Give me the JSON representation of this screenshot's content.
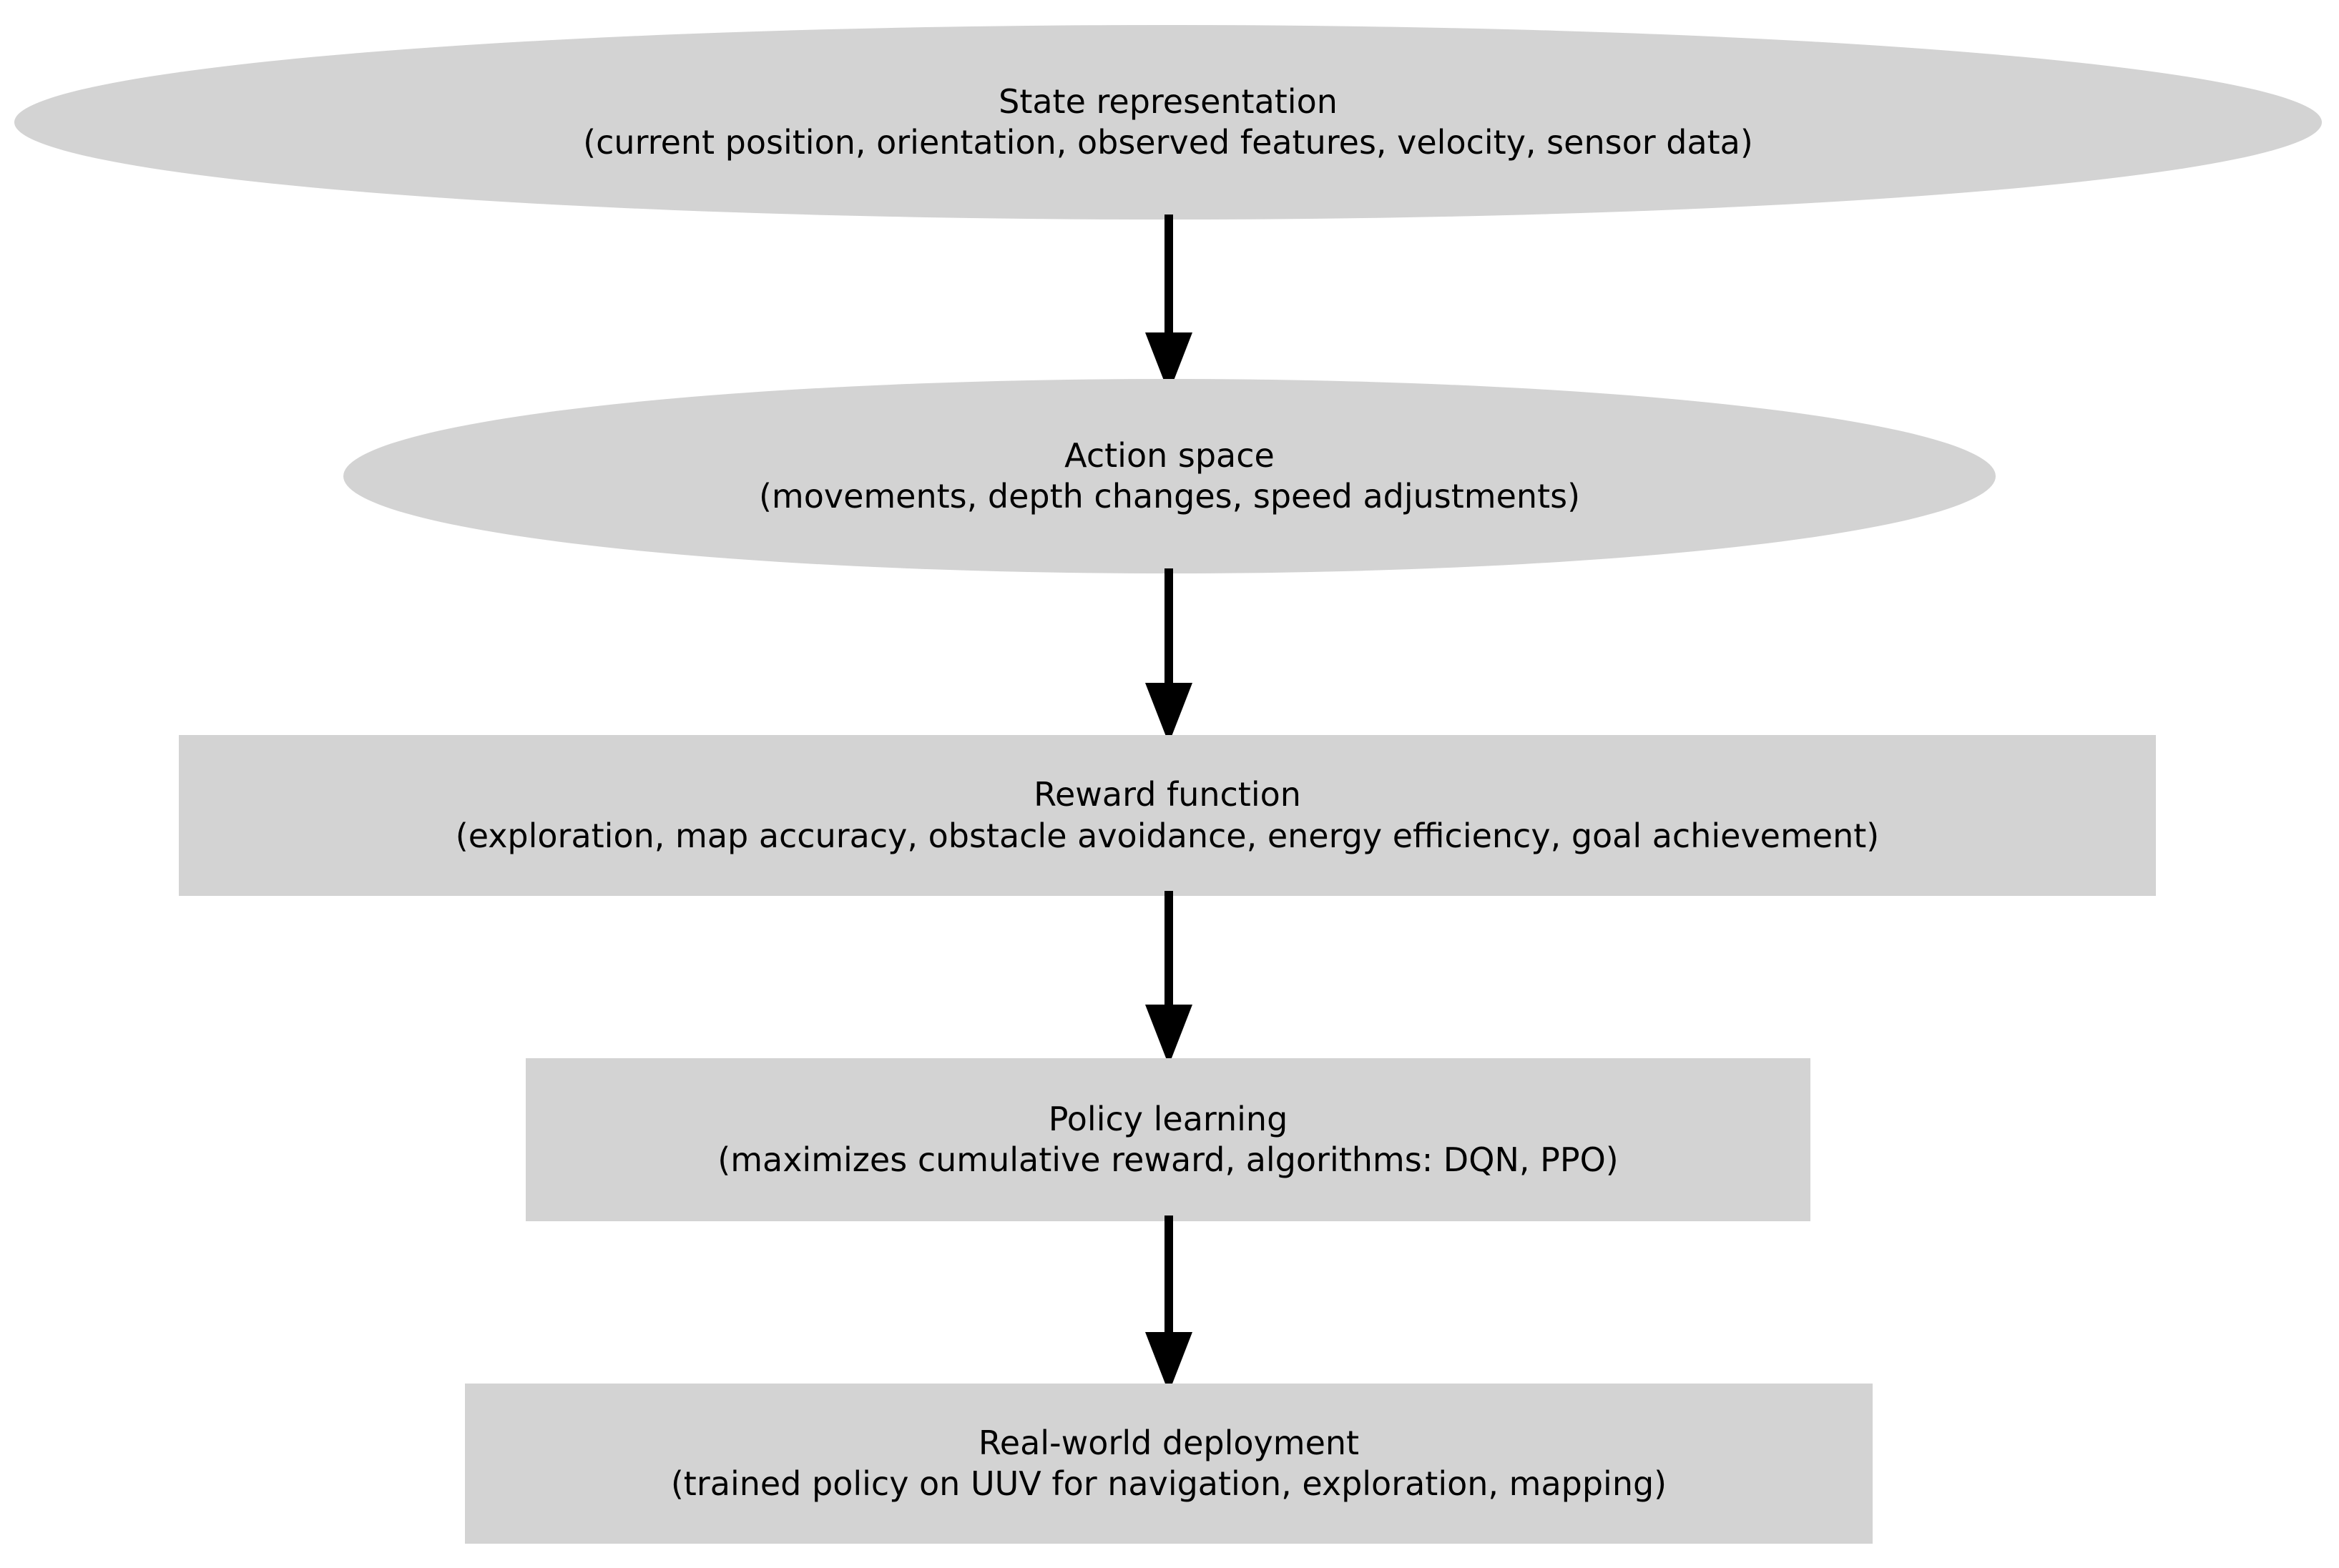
{
  "diagram": {
    "type": "flowchart",
    "orientation": "top-to-bottom",
    "background_color": "#ffffff",
    "node_fill_color": "#d3d3d3",
    "text_color": "#000000",
    "arrow_color": "#000000",
    "nodes": [
      {
        "id": "state-representation",
        "shape": "ellipse",
        "title": "State representation",
        "subtitle": "(current position, orientation, observed features, velocity, sensor data)"
      },
      {
        "id": "action-space",
        "shape": "ellipse",
        "title": "Action space",
        "subtitle": "(movements, depth changes, speed adjustments)"
      },
      {
        "id": "reward-function",
        "shape": "rectangle",
        "title": "Reward function",
        "subtitle": "(exploration, map accuracy, obstacle avoidance, energy efficiency, goal achievement)"
      },
      {
        "id": "policy-learning",
        "shape": "rectangle",
        "title": "Policy learning",
        "subtitle": "(maximizes cumulative reward, algorithms: DQN, PPO)"
      },
      {
        "id": "real-world-deployment",
        "shape": "rectangle",
        "title": "Real-world deployment",
        "subtitle": "(trained policy on UUV for navigation, exploration, mapping)"
      }
    ],
    "edges": [
      {
        "id": "edge-1",
        "from": "state-representation",
        "to": "action-space",
        "style": "solid-arrow",
        "label": ""
      },
      {
        "id": "edge-2",
        "from": "action-space",
        "to": "reward-function",
        "style": "solid-arrow",
        "label": ""
      },
      {
        "id": "edge-3",
        "from": "reward-function",
        "to": "policy-learning",
        "style": "solid-arrow",
        "label": ""
      },
      {
        "id": "edge-4",
        "from": "policy-learning",
        "to": "real-world-deployment",
        "style": "solid-arrow",
        "label": ""
      }
    ]
  }
}
